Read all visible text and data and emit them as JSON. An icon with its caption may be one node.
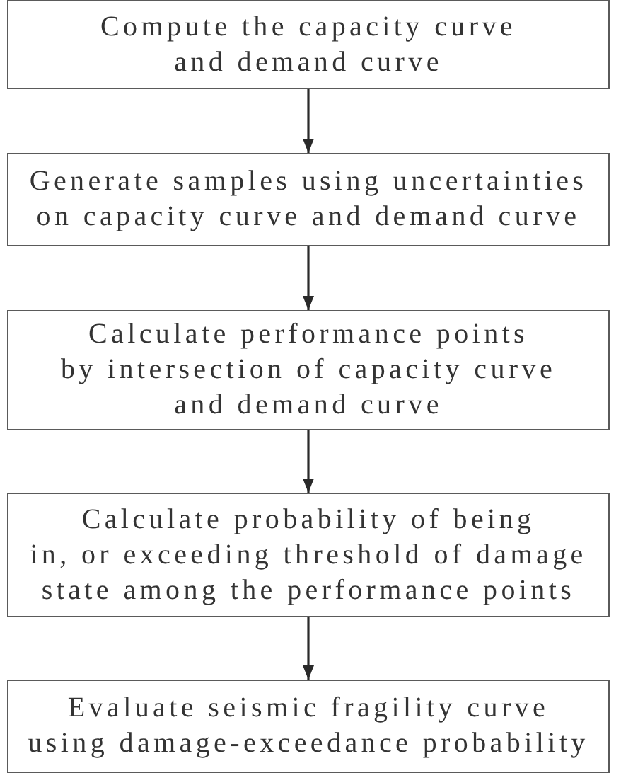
{
  "diagram": {
    "nodes": [
      {
        "text": [
          "Compute the capacity curve and demand curve"
        ]
      },
      {
        "text": [
          "Generate samples using uncertainties on capacity curve and demand curve"
        ]
      },
      {
        "text": [
          "Calculate performance points by intersection of capacity curve and demand curve"
        ]
      },
      {
        "text": [
          "Calculate probability of being in, or exceeding threshold of damage state among the performance points"
        ]
      },
      {
        "text": [
          "Evaluate seismic fragility curve using damage-exceedance probability"
        ]
      }
    ],
    "edges": [
      {
        "from": 0,
        "to": 1,
        "arrow": "to"
      },
      {
        "from": 1,
        "to": 2,
        "arrow": "to"
      },
      {
        "from": 2,
        "to": 3,
        "arrow": "to"
      },
      {
        "from": 3,
        "to": 4,
        "arrow": "to"
      }
    ]
  }
}
